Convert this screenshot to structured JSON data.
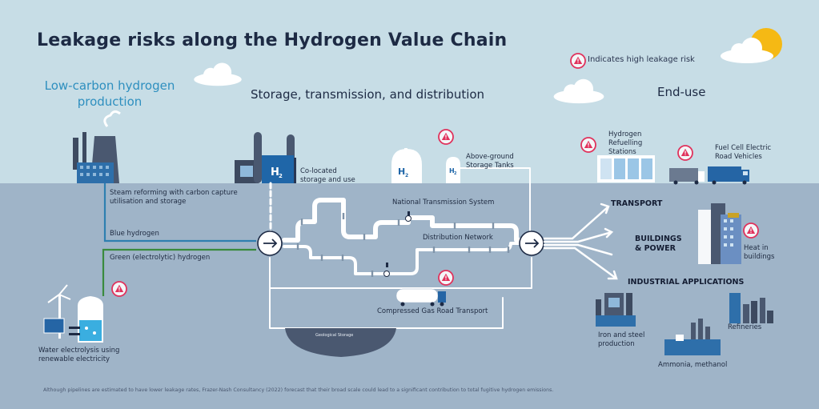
{
  "title": "Leakage risks along the Hydrogen Value Chain",
  "legend": "Indicates high leakage risk",
  "sections": {
    "production": "Low-carbon hydrogen production",
    "storage": "Storage, transmission, and distribution",
    "enduse": "End-use"
  },
  "labels": {
    "steam": "Steam reforming with carbon capture utilisation and storage",
    "blue": "Blue hydrogen",
    "green": "Green (electrolytic) hydrogen",
    "electrolysis": "Water electrolysis using renewable electricity",
    "colocated": "Co-located storage and use",
    "aboveground": "Above-ground Storage Tanks",
    "transmission": "National Transmission System",
    "distribution": "Distribution Network",
    "roadtransport": "Compressed Gas Road Transport",
    "geological": "Geological Storage",
    "refuelling": "Hydrogen Refuelling Stations",
    "fuelcell": "Fuel Cell Electric Road Vehicles",
    "transport": "TRANSPORT",
    "buildings": "BUILDINGS & POWER",
    "heat": "Heat in buildings",
    "industrial": "INDUSTRIAL APPLICATIONS",
    "ironsteel": "Iron and steel production",
    "refineries": "Refineries",
    "ammonia": "Ammonia, methanol",
    "h2": "H2"
  },
  "footnote": "Although pipelines are estimated to have lower leakage rates, Frazer-Nash Consultancy (2022) forecast that their broad scale could lead to a significant contribution to total fugitive hydrogen emissions.",
  "colors": {
    "sky": "#c7dde6",
    "ground": "#9fb4c8",
    "pipe": "#ffffff",
    "blue_line": "#2e7fb0",
    "green_line": "#3a8a3e",
    "warning": "#e0325c",
    "title": "#1d2a44",
    "sun": "#f5b914"
  }
}
